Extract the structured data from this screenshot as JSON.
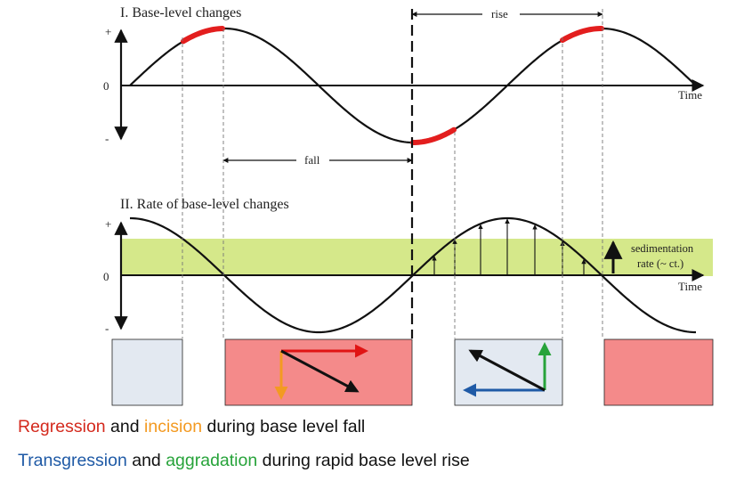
{
  "panel1": {
    "title": "I. Base-level changes",
    "plus": "+",
    "zero": "0",
    "minus": "-",
    "time": "Time",
    "fall": "fall",
    "rise": "rise"
  },
  "panel2": {
    "title": "II. Rate of base-level changes",
    "plus": "+",
    "zero": "0",
    "minus": "-",
    "time": "Time",
    "sed_line1": "sedimentation",
    "sed_line2": "rate (~ ct.)"
  },
  "caption": {
    "line1": [
      {
        "text": "Regression",
        "color": "#d42a1e"
      },
      {
        "text": " and ",
        "color": "#111111"
      },
      {
        "text": "incision",
        "color": "#f39a22"
      },
      {
        "text": " during base level fall",
        "color": "#111111"
      }
    ],
    "line2": [
      {
        "text": "Transgression",
        "color": "#1f5aa6"
      },
      {
        "text": " and ",
        "color": "#111111"
      },
      {
        "text": "aggradation",
        "color": "#27a33a"
      },
      {
        "text": " during rapid base level rise",
        "color": "#111111"
      }
    ]
  },
  "colors": {
    "sed_band": "#d5e88a",
    "red_segment": "#e31e1e",
    "box_light": "#e3e9f1",
    "box_red": "#f48a8a",
    "arrow_red": "#e01414",
    "arrow_orange": "#f39a22",
    "arrow_blue": "#1f5aa6",
    "arrow_green": "#27a33a"
  }
}
